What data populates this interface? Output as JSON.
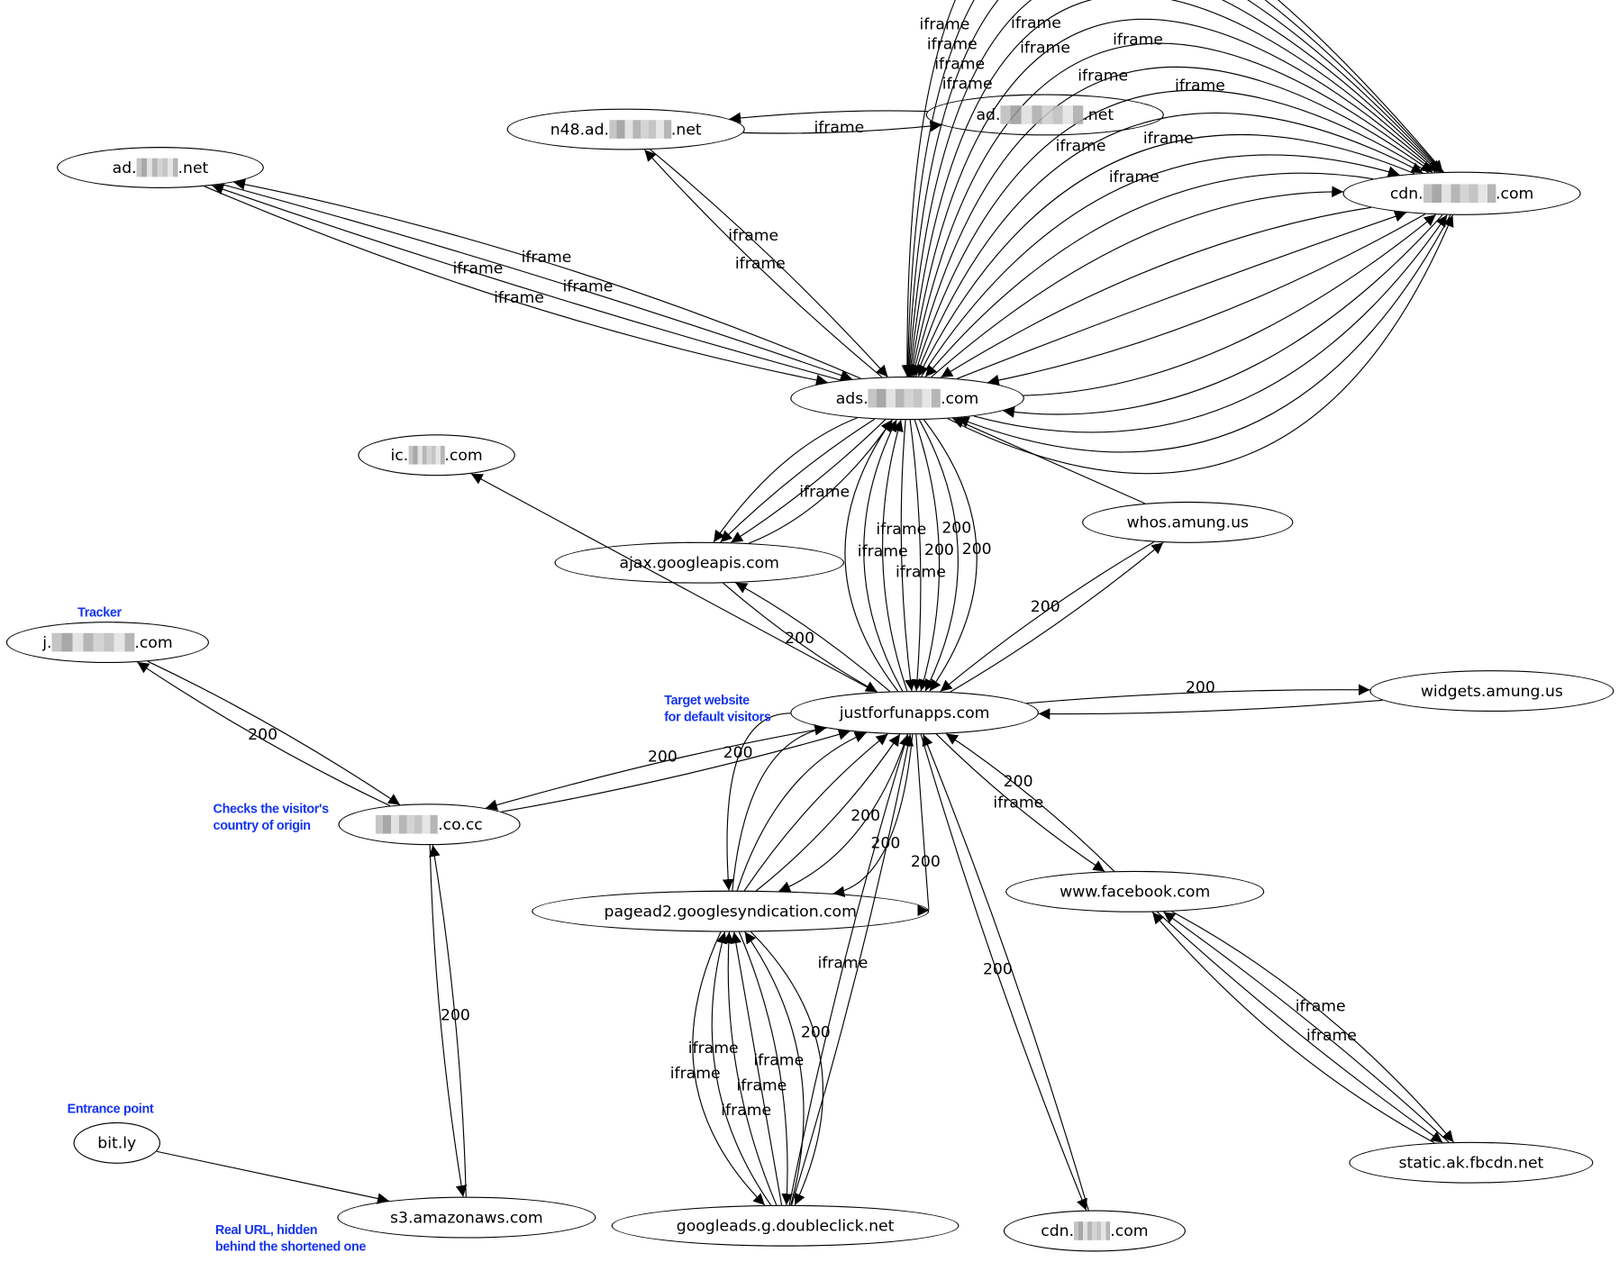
{
  "nodes": {
    "n48": {
      "prefix": "n48.ad.",
      "suffix": ".net",
      "redacted": true
    },
    "adnet2": {
      "prefix": "ad.",
      "suffix": ".net",
      "redacted": true
    },
    "adnet1": {
      "prefix": "ad.",
      "suffix": ".net",
      "redacted": true
    },
    "cdn1": {
      "prefix": "cdn.",
      "suffix": ".com",
      "redacted": true
    },
    "ads": {
      "prefix": "ads.",
      "suffix": ".com",
      "redacted": true
    },
    "ic": {
      "prefix": "ic.",
      "suffix": ".com",
      "redacted": true
    },
    "whos": {
      "prefix": "whos.amung.us",
      "suffix": "",
      "redacted": false
    },
    "ajax": {
      "prefix": "ajax.googleapis.com",
      "suffix": "",
      "redacted": false
    },
    "j": {
      "prefix": "j.",
      "suffix": ".com",
      "redacted": true
    },
    "jff": {
      "prefix": "justforfunapps.com",
      "suffix": "",
      "redacted": false
    },
    "widgets": {
      "prefix": "widgets.amung.us",
      "suffix": "",
      "redacted": false
    },
    "cocc": {
      "prefix": "",
      "suffix": ".co.cc",
      "redacted": true
    },
    "fb": {
      "prefix": "www.facebook.com",
      "suffix": "",
      "redacted": false
    },
    "pagead": {
      "prefix": "pagead2.googlesyndication.com",
      "suffix": "",
      "redacted": false
    },
    "bitly": {
      "prefix": "bit.ly",
      "suffix": "",
      "redacted": false
    },
    "static": {
      "prefix": "static.ak.fbcdn.net",
      "suffix": "",
      "redacted": false
    },
    "s3": {
      "prefix": "s3.amazonaws.com",
      "suffix": "",
      "redacted": false
    },
    "googleads": {
      "prefix": "googleads.g.doubleclick.net",
      "suffix": "",
      "redacted": false
    },
    "cdn2": {
      "prefix": "cdn.",
      "suffix": ".com",
      "redacted": true
    }
  },
  "annotations": {
    "tracker": [
      "Tracker"
    ],
    "target": [
      "Target website",
      "for default visitors"
    ],
    "country": [
      "Checks the visitor's",
      "country of origin"
    ],
    "entrance": [
      "Entrance point"
    ],
    "realurl": [
      "Real URL, hidden",
      "behind the shortened one"
    ]
  },
  "annotation_color": "#1434f0",
  "edges": [
    [
      "n48",
      "adnet2",
      "iframe"
    ],
    [
      "adnet2",
      "n48",
      ""
    ],
    [
      "ads",
      "n48",
      "iframe"
    ],
    [
      "n48",
      "ads",
      "iframe"
    ],
    [
      "ads",
      "adnet1",
      "iframe"
    ],
    [
      "adnet1",
      "ads",
      "iframe"
    ],
    [
      "ads",
      "adnet1",
      "iframe"
    ],
    [
      "adnet1",
      "ads",
      "iframe"
    ],
    [
      "cdn1",
      "ads",
      "iframe"
    ],
    [
      "ads",
      "cdn1",
      "iframe"
    ],
    [
      "cdn1",
      "ads",
      "iframe"
    ],
    [
      "ads",
      "cdn1",
      "iframe"
    ],
    [
      "cdn1",
      "ads",
      "iframe"
    ],
    [
      "ads",
      "cdn1",
      "iframe"
    ],
    [
      "cdn1",
      "ads",
      "iframe"
    ],
    [
      "ads",
      "cdn1",
      "iframe"
    ],
    [
      "cdn1",
      "ads",
      "iframe"
    ],
    [
      "ads",
      "cdn1",
      "iframe"
    ],
    [
      "cdn1",
      "ads",
      "iframe"
    ],
    [
      "ads",
      "cdn1",
      "iframe"
    ],
    [
      "cdn1",
      "ads",
      ""
    ],
    [
      "ads",
      "cdn1",
      ""
    ],
    [
      "cdn1",
      "ads",
      ""
    ],
    [
      "ads",
      "cdn1",
      ""
    ],
    [
      "cdn1",
      "ads",
      ""
    ],
    [
      "ads",
      "cdn1",
      ""
    ],
    [
      "cdn1",
      "ads",
      ""
    ],
    [
      "ads",
      "cdn1",
      ""
    ],
    [
      "cdn1",
      "ads",
      ""
    ],
    [
      "ads",
      "cdn1",
      ""
    ],
    [
      "ajax",
      "ads",
      "iframe"
    ],
    [
      "ads",
      "ajax",
      ""
    ],
    [
      "ads",
      "ajax",
      ""
    ],
    [
      "ads",
      "ajax",
      ""
    ],
    [
      "jff",
      "ic",
      ""
    ],
    [
      "jff",
      "ajax",
      ""
    ],
    [
      "ajax",
      "jff",
      "200"
    ],
    [
      "ads",
      "jff",
      "200"
    ],
    [
      "ads",
      "jff",
      "200"
    ],
    [
      "ads",
      "jff",
      "200"
    ],
    [
      "ads",
      "jff",
      "iframe"
    ],
    [
      "ads",
      "jff",
      "iframe"
    ],
    [
      "jff",
      "ads",
      "iframe"
    ],
    [
      "jff",
      "ads",
      ""
    ],
    [
      "jff",
      "ads",
      ""
    ],
    [
      "whos",
      "jff",
      "200"
    ],
    [
      "jff",
      "whos",
      ""
    ],
    [
      "whos",
      "ads",
      ""
    ],
    [
      "jff",
      "widgets",
      "200"
    ],
    [
      "widgets",
      "jff",
      ""
    ],
    [
      "jff",
      "cocc",
      "200"
    ],
    [
      "cocc",
      "jff",
      ""
    ],
    [
      "cocc",
      "j",
      "200"
    ],
    [
      "j",
      "cocc",
      ""
    ],
    [
      "s3",
      "cocc",
      "200"
    ],
    [
      "cocc",
      "s3",
      ""
    ],
    [
      "bitly",
      "s3",
      ""
    ],
    [
      "jff",
      "pagead",
      "200"
    ],
    [
      "jff",
      "pagead",
      "200"
    ],
    [
      "jff",
      "pagead",
      "200"
    ],
    [
      "pagead",
      "jff",
      ""
    ],
    [
      "pagead",
      "jff",
      ""
    ],
    [
      "pagead",
      "jff",
      ""
    ],
    [
      "pagead",
      "jff",
      ""
    ],
    [
      "jff",
      "pagead",
      "200"
    ],
    [
      "pagead",
      "googleads",
      "iframe"
    ],
    [
      "googleads",
      "pagead",
      "iframe"
    ],
    [
      "googleads",
      "pagead",
      "iframe"
    ],
    [
      "googleads",
      "pagead",
      "iframe"
    ],
    [
      "pagead",
      "googleads",
      "iframe"
    ],
    [
      "googleads",
      "pagead",
      ""
    ],
    [
      "pagead",
      "googleads",
      "200"
    ],
    [
      "googleads",
      "jff",
      "iframe"
    ],
    [
      "googleads",
      "jff",
      ""
    ],
    [
      "jff",
      "cdn2",
      "200"
    ],
    [
      "cdn2",
      "jff",
      ""
    ],
    [
      "jff",
      "fb",
      "iframe"
    ],
    [
      "fb",
      "jff",
      "200"
    ],
    [
      "fb",
      "static",
      "iframe"
    ],
    [
      "static",
      "fb",
      "iframe"
    ],
    [
      "fb",
      "static",
      ""
    ],
    [
      "static",
      "fb",
      ""
    ]
  ]
}
